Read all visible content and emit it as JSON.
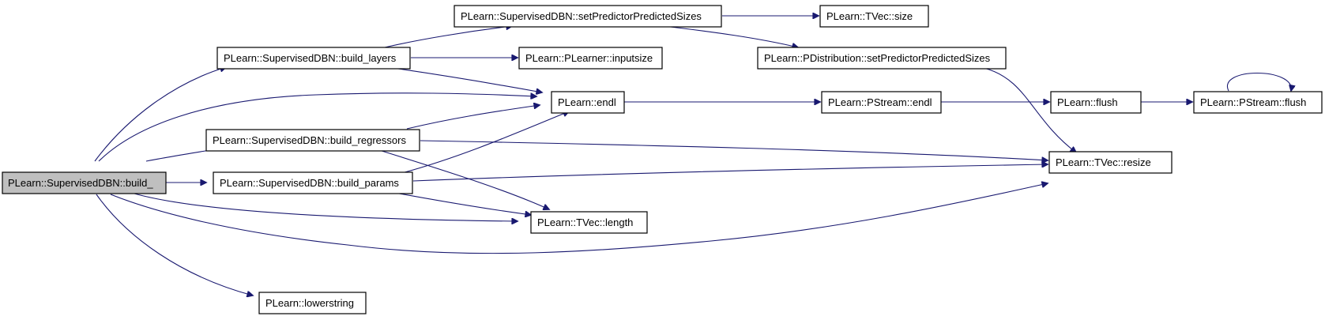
{
  "graph": {
    "colors": {
      "edge": "#191970",
      "node_border": "#000000",
      "root_fill": "#bfbfbf",
      "node_fill": "#ffffff"
    },
    "nodes": [
      {
        "id": "build_",
        "label": "PLearn::SupervisedDBN::build_",
        "root": true
      },
      {
        "id": "build_layers",
        "label": "PLearn::SupervisedDBN::build_layers"
      },
      {
        "id": "build_regressors",
        "label": "PLearn::SupervisedDBN::build_regressors"
      },
      {
        "id": "build_params",
        "label": "PLearn::SupervisedDBN::build_params"
      },
      {
        "id": "lowerstring",
        "label": "PLearn::lowerstring"
      },
      {
        "id": "setPPS_dbn",
        "label": "PLearn::SupervisedDBN::setPredictorPredictedSizes"
      },
      {
        "id": "inputsize",
        "label": "PLearn::PLearner::inputsize"
      },
      {
        "id": "endl",
        "label": "PLearn::endl"
      },
      {
        "id": "length",
        "label": "PLearn::TVec::length"
      },
      {
        "id": "tvec_size",
        "label": "PLearn::TVec::size"
      },
      {
        "id": "setPPS_pdist",
        "label": "PLearn::PDistribution::setPredictorPredictedSizes"
      },
      {
        "id": "pstream_endl",
        "label": "PLearn::PStream::endl"
      },
      {
        "id": "flush",
        "label": "PLearn::flush"
      },
      {
        "id": "pstream_flush",
        "label": "PLearn::PStream::flush"
      },
      {
        "id": "resize",
        "label": "PLearn::TVec::resize"
      }
    ],
    "edges": [
      [
        "build_",
        "build_layers"
      ],
      [
        "build_",
        "endl"
      ],
      [
        "build_",
        "build_regressors"
      ],
      [
        "build_",
        "build_params"
      ],
      [
        "build_",
        "length"
      ],
      [
        "build_",
        "resize"
      ],
      [
        "build_",
        "lowerstring"
      ],
      [
        "build_layers",
        "setPPS_dbn"
      ],
      [
        "build_layers",
        "inputsize"
      ],
      [
        "build_layers",
        "endl"
      ],
      [
        "build_regressors",
        "endl"
      ],
      [
        "build_regressors",
        "resize"
      ],
      [
        "build_regressors",
        "length"
      ],
      [
        "build_params",
        "endl"
      ],
      [
        "build_params",
        "resize"
      ],
      [
        "build_params",
        "length"
      ],
      [
        "setPPS_dbn",
        "tvec_size"
      ],
      [
        "setPPS_dbn",
        "setPPS_pdist"
      ],
      [
        "setPPS_pdist",
        "resize"
      ],
      [
        "endl",
        "pstream_endl"
      ],
      [
        "pstream_endl",
        "flush"
      ],
      [
        "flush",
        "pstream_flush"
      ],
      [
        "pstream_flush",
        "pstream_flush"
      ]
    ]
  }
}
